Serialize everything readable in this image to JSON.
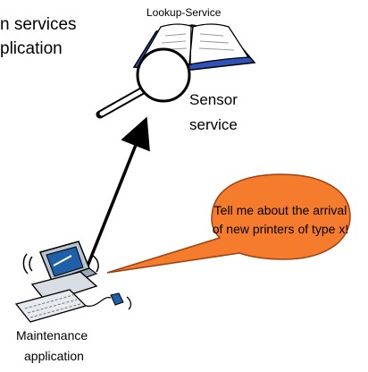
{
  "top_text": {
    "line1": "n services",
    "line2": "plication"
  },
  "lookup_service": {
    "label": "Lookup-Service"
  },
  "sensor_service": {
    "line1": "Sensor",
    "line2": "service"
  },
  "speech_bubble": {
    "line1": "Tell me about the arrival",
    "line2": "of new printers of type x!",
    "fill_color": "#f47c2c",
    "border_color": "#a04010"
  },
  "maintenance": {
    "line1": "Maintenance",
    "line2": "application"
  },
  "colors": {
    "monitor_screen": "#1f5fa8",
    "book_cover": "#2f52b8",
    "arrow": "#000000"
  }
}
